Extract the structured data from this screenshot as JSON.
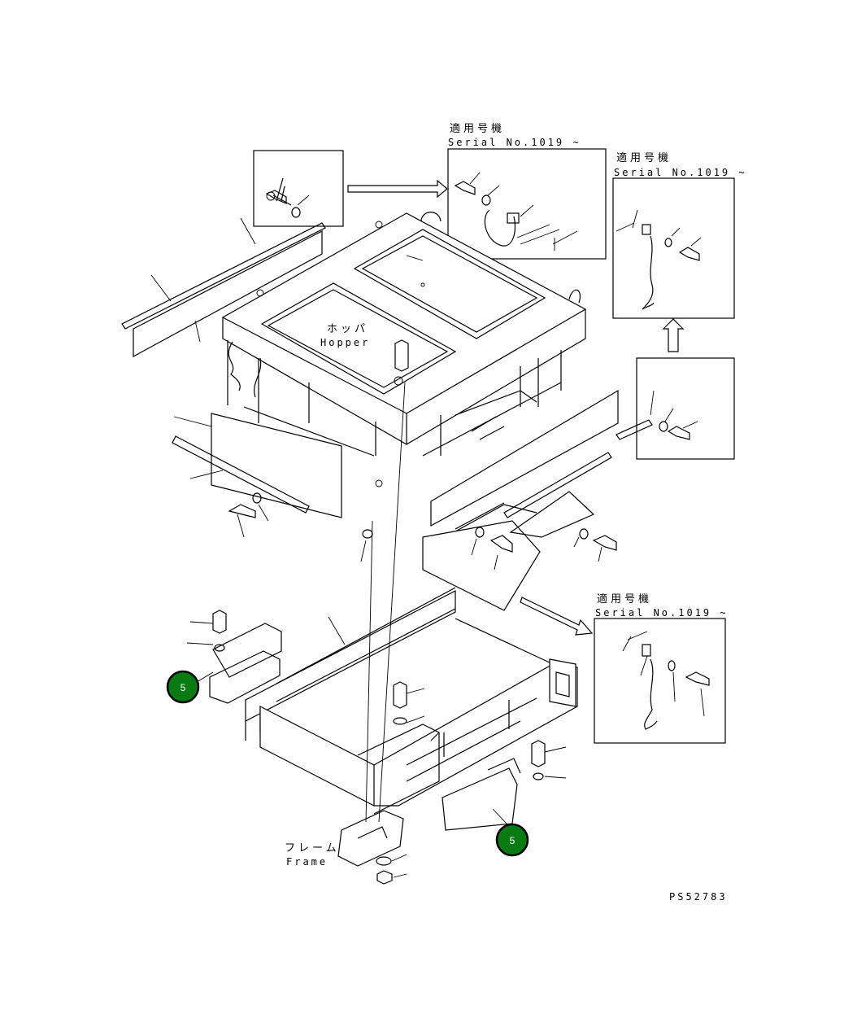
{
  "labels": {
    "hopper_jp": "ホッパ",
    "hopper_en": "Hopper",
    "frame_jp": "フレーム",
    "frame_en": "Frame",
    "callout1_jp": "適用号機",
    "callout1_serial": "Serial No.1019 ~",
    "callout2_jp": "適用号機",
    "callout2_serial": "Serial No.1019 ~",
    "callout3_jp": "適用号機",
    "callout3_serial": "Serial No.1019 ~",
    "drawing_number": "PS52783"
  },
  "badges": [
    {
      "id": "badge-left",
      "text": "5"
    },
    {
      "id": "badge-right",
      "text": "5"
    }
  ],
  "colors": {
    "badge_fill": "#0a7a12",
    "line": "#000000",
    "background": "#ffffff"
  }
}
